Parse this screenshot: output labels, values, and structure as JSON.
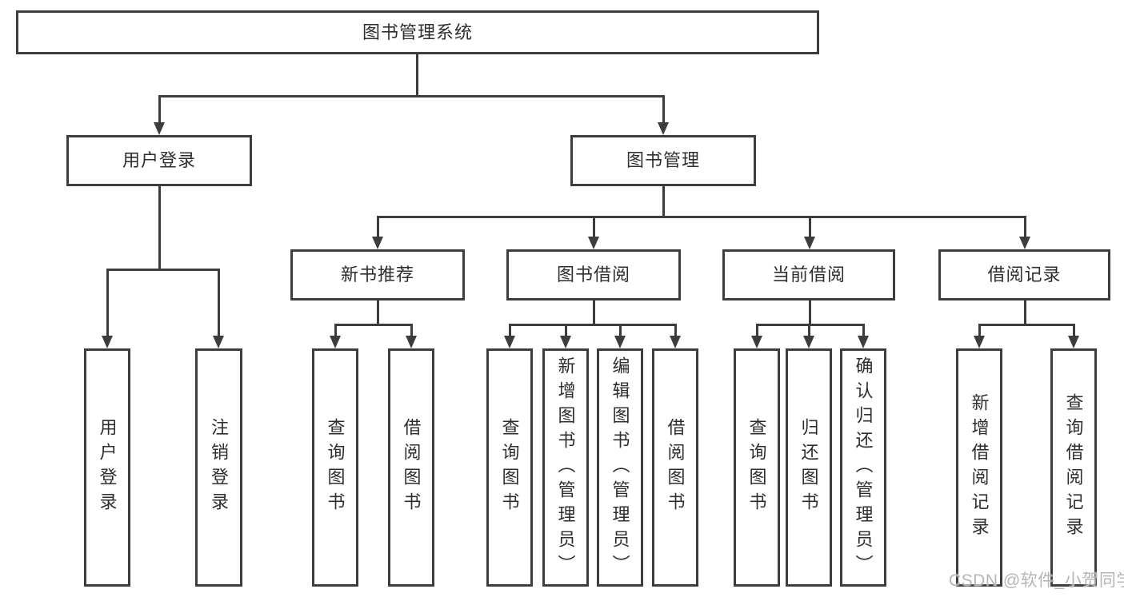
{
  "diagram_title": "图书管理系统",
  "colors": {
    "line": "#3d3d3d",
    "text": "#2e2e2e",
    "watermark": "#b5b5b5",
    "background": "#ffffff"
  },
  "tree": {
    "root": {
      "label": "图书管理系统"
    },
    "branches": [
      {
        "label": "用户登录",
        "leaves": [
          {
            "label": "用户登录"
          },
          {
            "label": "注销登录"
          }
        ]
      },
      {
        "label": "图书管理",
        "groups": [
          {
            "label": "新书推荐",
            "leaves": [
              {
                "label": "查询图书"
              },
              {
                "label": "借阅图书"
              }
            ]
          },
          {
            "label": "图书借阅",
            "leaves": [
              {
                "label": "查询图书"
              },
              {
                "label": "新增图书（管理员）"
              },
              {
                "label": "编辑图书（管理员）"
              },
              {
                "label": "借阅图书"
              }
            ]
          },
          {
            "label": "当前借阅",
            "leaves": [
              {
                "label": "查询图书"
              },
              {
                "label": "归还图书"
              },
              {
                "label": "确认归还（管理员）"
              }
            ]
          },
          {
            "label": "借阅记录",
            "leaves": [
              {
                "label": "新增借阅记录"
              },
              {
                "label": "查询借阅记录"
              }
            ]
          }
        ]
      }
    ]
  },
  "watermark": {
    "text": "CSDN @软件_小贺同学"
  }
}
